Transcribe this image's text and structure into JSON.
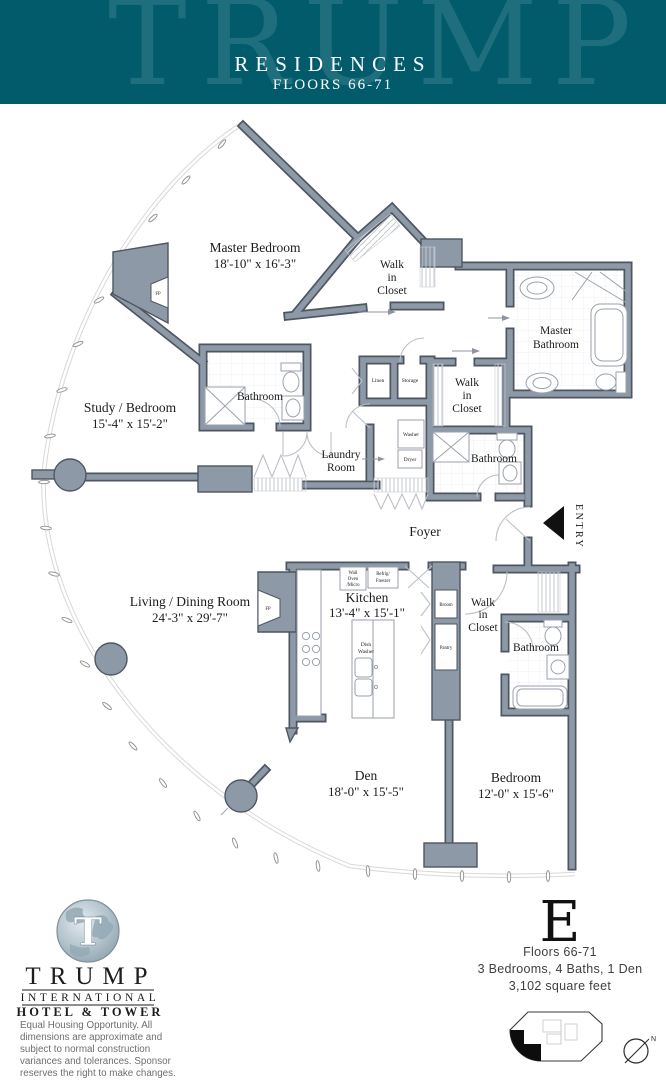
{
  "header": {
    "watermark": "TRUMP",
    "title": "RESIDENCES",
    "subtitle": "FLOORS 66-71"
  },
  "colors": {
    "header_teal": "#015b6b",
    "wall_fill": "#8e99a8",
    "wall_outline": "#4e5662",
    "unit_black": "#111111"
  },
  "plan": {
    "rooms": {
      "master_bedroom": {
        "name": "Master Bedroom",
        "dims": "18'-10\" x 16'-3\""
      },
      "master_closet": {
        "line1": "Walk",
        "line2": "in",
        "line3": "Closet"
      },
      "master_bathroom": {
        "line1": "Master",
        "line2": "Bathroom"
      },
      "study_bedroom": {
        "name": "Study / Bedroom",
        "dims": "15'-4\" x 15'-2\""
      },
      "study_bathroom": {
        "name": "Bathroom"
      },
      "hall_closet": {
        "line1": "Walk",
        "line2": "in",
        "line3": "Closet"
      },
      "hall_bathroom": {
        "name": "Bathroom"
      },
      "laundry": {
        "line1": "Laundry",
        "line2": "Room"
      },
      "foyer": {
        "name": "Foyer"
      },
      "living_dining": {
        "name": "Living / Dining Room",
        "dims": "24'-3\" x 29'-7\""
      },
      "kitchen": {
        "name": "Kitchen",
        "dims": "13'-4\" x 15'-1\""
      },
      "bedroom_closet": {
        "line1": "Walk",
        "line2": "in",
        "line3": "Closet"
      },
      "bedroom_bathroom": {
        "name": "Bathroom"
      },
      "den": {
        "name": "Den",
        "dims": "18'-0\" x 15'-5\""
      },
      "bedroom": {
        "name": "Bedroom",
        "dims": "12'-0\" x 15'-6\""
      }
    },
    "fixtures": {
      "linen": "Linen",
      "storage": "Storage",
      "washer": "Washer",
      "dryer": "Dryer",
      "wall_oven_1": "Wall",
      "wall_oven_2": "Oven",
      "wall_oven_3": "/Micro",
      "refrig_1": "Refrig/",
      "refrig_2": "Freezer",
      "dish_1": "Dish",
      "dish_2": "Washer",
      "broom": "Broom",
      "pantry": "Pantry",
      "fireplace_master": "FP",
      "fireplace_living": "FP"
    },
    "entry_label": "ENTRY"
  },
  "footer": {
    "logo": {
      "monogram": "T",
      "brand": "TRUMP",
      "line2": "INTERNATIONAL",
      "line3": "HOTEL & TOWER"
    },
    "disclaimer": [
      "Equal Housing Opportunity. All",
      "dimensions are approximate and",
      "subject to normal construction",
      "variances and tolerances. Sponsor",
      "reserves the right to make changes."
    ],
    "unit": {
      "letter": "E",
      "floors": "Floors 66-71",
      "config": "3 Bedrooms, 4 Baths, 1 Den",
      "area": "3,102 square feet"
    },
    "compass_north": "N"
  }
}
